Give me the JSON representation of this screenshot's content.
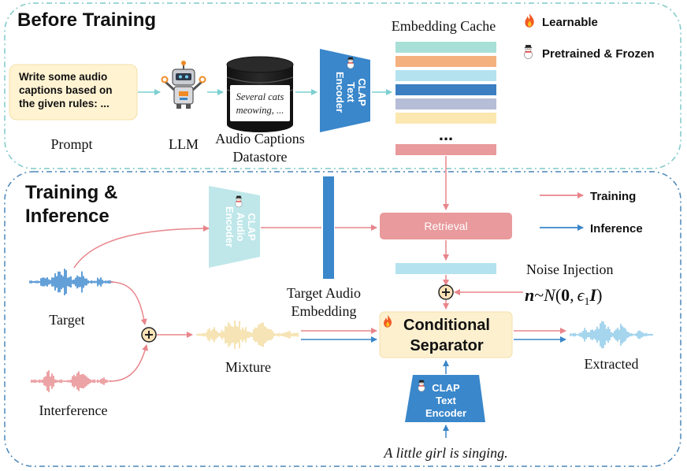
{
  "sections": {
    "before": "Before Training",
    "train_line1": "Training &",
    "train_line2": "Inference"
  },
  "legend": {
    "learnable": "Learnable",
    "frozen": "Pretrained & Frozen",
    "training": "Training",
    "inference": "Inference",
    "fire_icon": "fire-icon",
    "snowman_icon": "snowman-icon"
  },
  "prompt": {
    "line1": "Write some audio",
    "line2": "captions based on",
    "line3": "the given rules: ...",
    "label": "Prompt"
  },
  "llm": {
    "label": "LLM"
  },
  "datastore": {
    "text_line1": "Several cats",
    "text_line2": "meowing, ...",
    "label_line1": "Audio Captions",
    "label_line2": "Datastore"
  },
  "clap_text_top": {
    "line1": "CLAP",
    "line2": "Text",
    "line3": "Encoder"
  },
  "clap_audio": {
    "line1": "CLAP",
    "line2": "Audio",
    "line3": "Encoder"
  },
  "clap_text_bottom": {
    "line1": "CLAP",
    "line2": "Text",
    "line3": "Encoder"
  },
  "cache": {
    "label": "Embedding Cache",
    "ellipsis": "...",
    "colors": [
      "#a8e0d8",
      "#f5b07f",
      "#b4e2ef",
      "#3b7ec2",
      "#b6bdd6",
      "#fbe7b0"
    ]
  },
  "retrieval": {
    "label": "Retrieval"
  },
  "noise": {
    "label": "Noise Injection",
    "n": "n",
    "tilde": "~",
    "N": "N",
    "open": "(",
    "zero": "0",
    "comma": ",",
    "eps": "ϵ",
    "sub": "1",
    "I": "I",
    "close": ")"
  },
  "target_audio": {
    "line1": "Target Audio",
    "line2": "Embedding"
  },
  "target": {
    "label": "Target"
  },
  "interference": {
    "label": "Interference"
  },
  "mixture": {
    "label": "Mixture"
  },
  "separator": {
    "line1": "Conditional",
    "line2": "Separator"
  },
  "extracted": {
    "label": "Extracted"
  },
  "caption": {
    "text": "A little girl is singing."
  },
  "colors": {
    "training": "#e8858b",
    "inference": "#3a86c8",
    "clap_blue": "#3a87cb",
    "retrieval": "#e89a9c",
    "separator_fill": "#fdf0cf",
    "prompt_fill": "#fff3d2",
    "section_border_top": "#7ec8c8",
    "section_border_bottom": "#4a86b8"
  }
}
